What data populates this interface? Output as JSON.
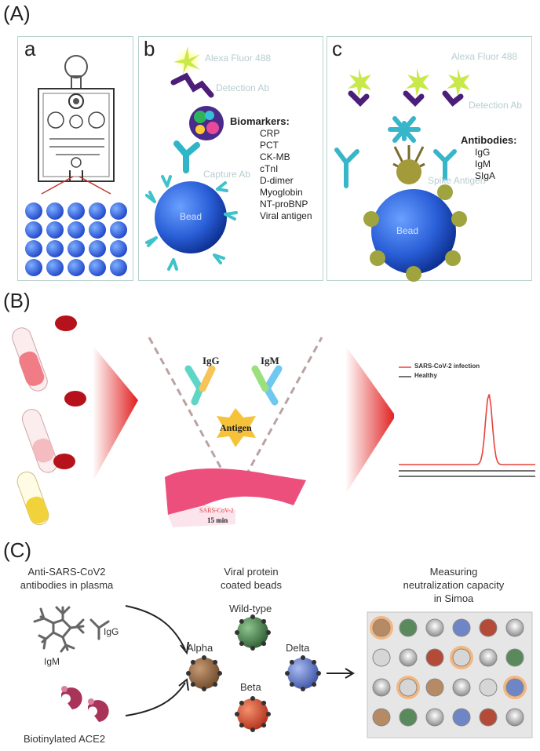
{
  "panel_A": {
    "label": "(A)",
    "a": {
      "letter": "a"
    },
    "b": {
      "letter": "b",
      "fluor_label": "Alexa Fluor 488",
      "detection_label": "Detection Ab",
      "capture_label": "Capture Ab",
      "bead_label": "Bead",
      "biomarkers_title": "Biomarkers:",
      "biomarkers": [
        "CRP",
        "PCT",
        "CK-MB",
        "cTnI",
        "D-dimer",
        "Myoglobin",
        "NT-proBNP",
        "Viral antigen"
      ]
    },
    "c": {
      "letter": "c",
      "fluor_label": "Alexa Fluor 488",
      "detection_label": "Detection Ab",
      "spike_label": "Spike Antigen",
      "bead_label": "Bead",
      "antibodies_title": "Antibodies:",
      "antibodies": [
        "IgG",
        "IgM",
        "SIgA"
      ]
    }
  },
  "panel_B": {
    "label": "(B)",
    "igg_label": "IgG",
    "igm_label": "IgM",
    "antigen_label": "Antigen",
    "strip_label": "SARS-CoV-2",
    "time_label": "15 min",
    "legend": [
      {
        "name": "SARS-CoV-2 infection",
        "color": "#e8413c"
      },
      {
        "name": "Healthy",
        "color": "#444444"
      }
    ]
  },
  "panel_C": {
    "label": "(C)",
    "left_title": "Anti-SARS-CoV2\nantibodies in plasma",
    "igg": "IgG",
    "igm": "IgM",
    "ace2": "Biotinylated ACE2",
    "middle_title": "Viral protein\ncoated beads",
    "wild": "Wild-type",
    "alpha": "Alpha",
    "beta": "Beta",
    "delta": "Delta",
    "right_title": "Measuring\nneutralization capacity\nin Simoa"
  }
}
